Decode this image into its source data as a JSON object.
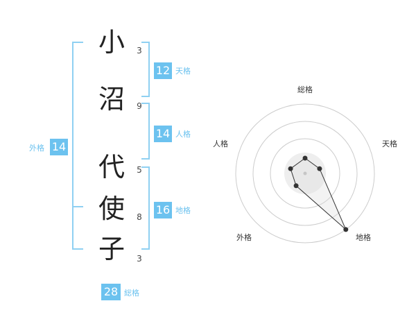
{
  "name": {
    "characters": [
      {
        "char": "小",
        "strokes": "3"
      },
      {
        "char": "沼",
        "strokes": "9"
      },
      {
        "char": "代",
        "strokes": "5"
      },
      {
        "char": "使",
        "strokes": "8"
      },
      {
        "char": "子",
        "strokes": "3"
      }
    ]
  },
  "fortunes": {
    "tenkaku": {
      "value": "12",
      "label": "天格"
    },
    "jinkaku": {
      "value": "14",
      "label": "人格"
    },
    "chikaku": {
      "value": "16",
      "label": "地格"
    },
    "gaikaku": {
      "value": "14",
      "label": "外格"
    },
    "soukaku": {
      "value": "28",
      "label": "総格"
    }
  },
  "radar": {
    "axes": [
      "総格",
      "天格",
      "地格",
      "外格",
      "人格"
    ],
    "values": [
      0.22,
      0.22,
      1.0,
      0.22,
      0.22
    ],
    "line_color": "#333333",
    "ring_color": "#cccccc",
    "fill_color": "#eeeeee"
  },
  "colors": {
    "accent": "#6cc2ef",
    "bracket": "#8fd0f2"
  }
}
